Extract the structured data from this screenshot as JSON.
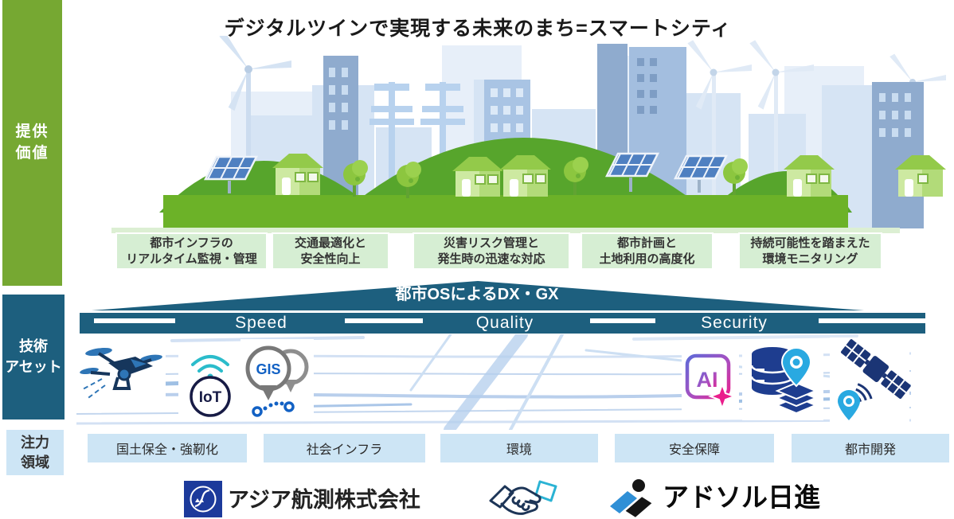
{
  "title": "デジタルツインで実現する未来のまち=スマートシティ",
  "sidebar": {
    "provided_value": "提供\n価値",
    "tech_assets": "技術\nアセット",
    "focus_areas": "注力\n領域"
  },
  "value_boxes": [
    {
      "label": "都市インフラの\nリアルタイム監視・管理"
    },
    {
      "label": "交通最適化と\n安全性向上"
    },
    {
      "label": "災害リスク管理と\n発生時の迅速な対応"
    },
    {
      "label": "都市計画と\n土地利用の高度化"
    },
    {
      "label": "持続可能性を踏まえた\n環境モニタリング"
    }
  ],
  "os_band": {
    "label": "都市OSによるDX・GX",
    "pillars": [
      "Speed",
      "Quality",
      "Security"
    ]
  },
  "tech_band": {
    "icons": [
      "drone-icon",
      "iot-icon",
      "gis-icon",
      "ai-icon",
      "geodata-layers-icon",
      "satellite-icon"
    ],
    "iot_text": "IoT",
    "gis_text": "GIS",
    "ai_text": "AI"
  },
  "focus_boxes": [
    {
      "label": "国土保全・強靭化"
    },
    {
      "label": "社会インフラ"
    },
    {
      "label": "環境"
    },
    {
      "label": "安全保障"
    },
    {
      "label": "都市開発"
    }
  ],
  "footer": {
    "asia_air_survey": "アジア航測株式会社",
    "adsol_nissin": "アドソル日進",
    "handshake_icon": "handshake"
  },
  "colors": {
    "sidebar_green": "#76a832",
    "band_teal": "#1d5f7e",
    "focus_light_blue": "#cde5f5",
    "value_light_green": "#d6eed3"
  }
}
